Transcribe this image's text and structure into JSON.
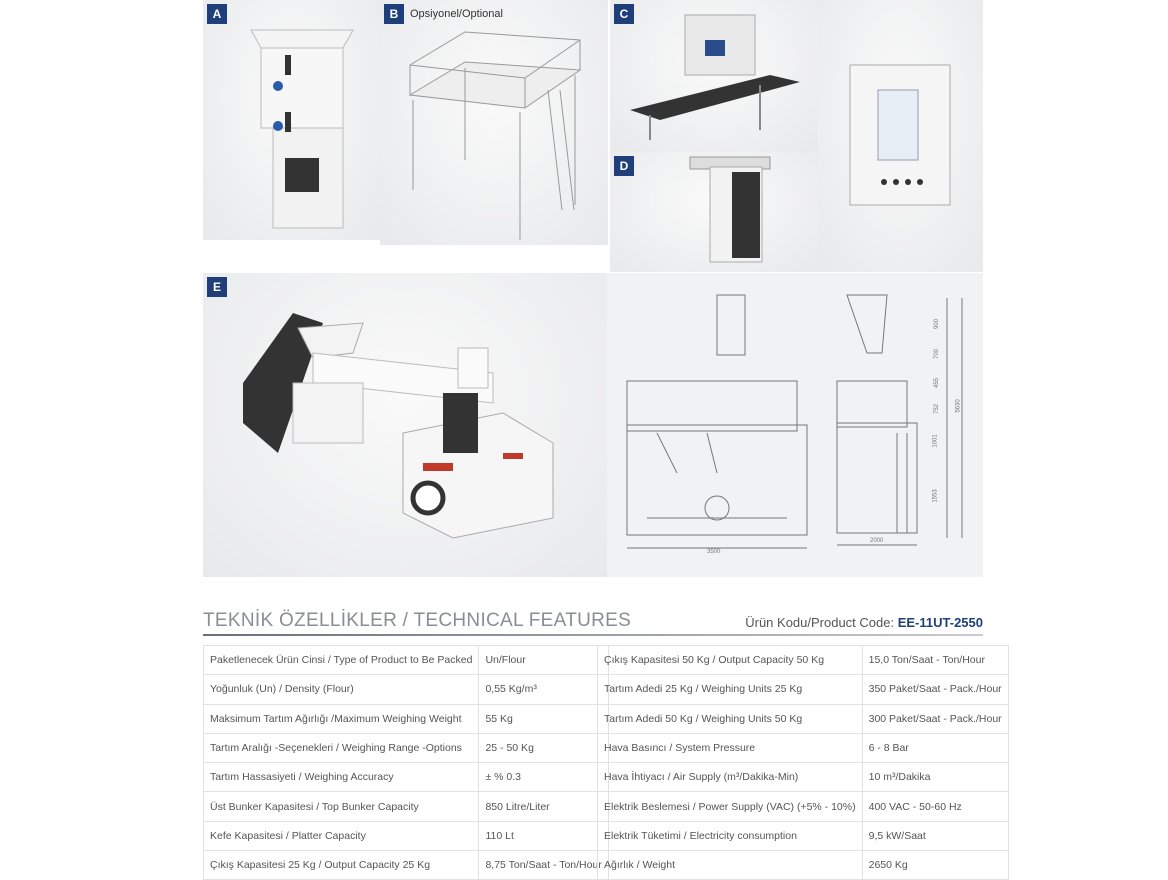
{
  "panels": {
    "a": {
      "badge": "A"
    },
    "b": {
      "badge": "B",
      "note": "Opsiyonel/Optional"
    },
    "c": {
      "badge": "C"
    },
    "d": {
      "badge": "D"
    },
    "e": {
      "badge": "E"
    }
  },
  "drawing": {
    "dims": [
      "900",
      "700",
      "455",
      "752",
      "1001",
      "1553",
      "5630",
      "3500",
      "2000"
    ]
  },
  "section": {
    "title": "TEKNİK ÖZELLİKLER /  TECHNICAL FEATURES",
    "code_label": "Ürün Kodu/Product Code: ",
    "code_value": "EE-11UT-2550"
  },
  "accent": "#1f3f7a",
  "left_table": [
    [
      "Paketlenecek Ürün Cinsi / Type of Product to Be Packed",
      "Un/Flour"
    ],
    [
      "Yoğunluk (Un) / Density (Flour)",
      "0,55 Kg/m³"
    ],
    [
      "Maksimum Tartım Ağırlığı /Maximum Weighing Weight",
      "55 Kg"
    ],
    [
      "Tartım Aralığı -Seçenekleri / Weighing Range -Options",
      "25 - 50 Kg"
    ],
    [
      "Tartım Hassasiyeti / Weighing Accuracy",
      "± % 0.3"
    ],
    [
      "Üst Bunker Kapasitesi / Top Bunker Capacity",
      "850 Litre/Liter"
    ],
    [
      "Kefe Kapasitesi  / Platter Capacity",
      "110 Lt"
    ],
    [
      "Çıkış Kapasitesi 25 Kg / Output Capacity 25 Kg",
      "8,75 Ton/Saat - Ton/Hour"
    ]
  ],
  "right_table": [
    [
      "Çıkış Kapasitesi 50 Kg / Output Capacity 50 Kg",
      "15,0 Ton/Saat - Ton/Hour"
    ],
    [
      "Tartım Adedi 25 Kg / Weighing Units 25 Kg",
      "350 Paket/Saat - Pack./Hour"
    ],
    [
      "Tartım Adedi 50 Kg / Weighing Units 50 Kg",
      "300 Paket/Saat - Pack./Hour"
    ],
    [
      "Hava Basıncı / System Pressure",
      "6 - 8 Bar"
    ],
    [
      "Hava İhtiyacı / Air Supply (m³/Dakika-Min)",
      "10 m³/Dakika"
    ],
    [
      "Elektrik Beslemesi / Power Supply (VAC) (+5%  - 10%)",
      "400 VAC - 50-60 Hz"
    ],
    [
      "Elektrik Tüketimi  / Electricity consumption",
      "9,5 kW/Saat"
    ],
    [
      "Ağırlık / Weight",
      "2650 Kg"
    ]
  ]
}
